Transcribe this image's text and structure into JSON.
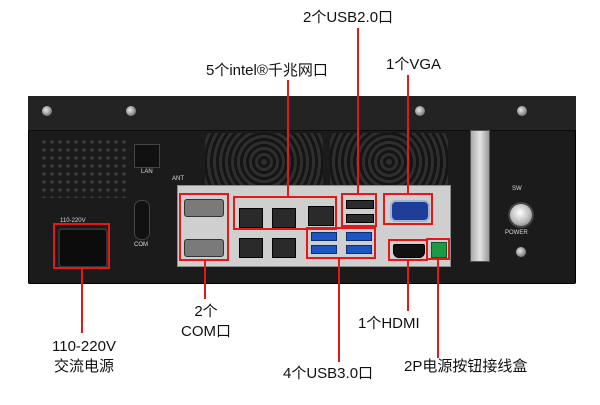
{
  "labels": {
    "usb20": "2个USB2.0口",
    "lan": "5个intel®千兆网口",
    "vga": "1个VGA",
    "com": "2个\nCOM口",
    "com_line1": "2个",
    "com_line2": "COM口",
    "power_line1": "110-220V",
    "power_line2": "交流电源",
    "hdmi": "1个HDMI",
    "usb30": "4个USB3.0口",
    "terminal": "2P电源按钮接线盒"
  },
  "panel_text": {
    "input_voltage": "110-220V",
    "lan": "LAN",
    "com": "COM",
    "ant": "ANT",
    "sw": "SW",
    "power": "POWER"
  },
  "colors": {
    "highlight": "#e11919",
    "chassis": "#1b1b1b",
    "usb3": "#1b57c4",
    "vga": "#1d3f9a",
    "terminal": "#1d9a44"
  },
  "icons": {
    "ground": "ground-symbol-icon",
    "antenna": "antenna-hole-icon"
  }
}
